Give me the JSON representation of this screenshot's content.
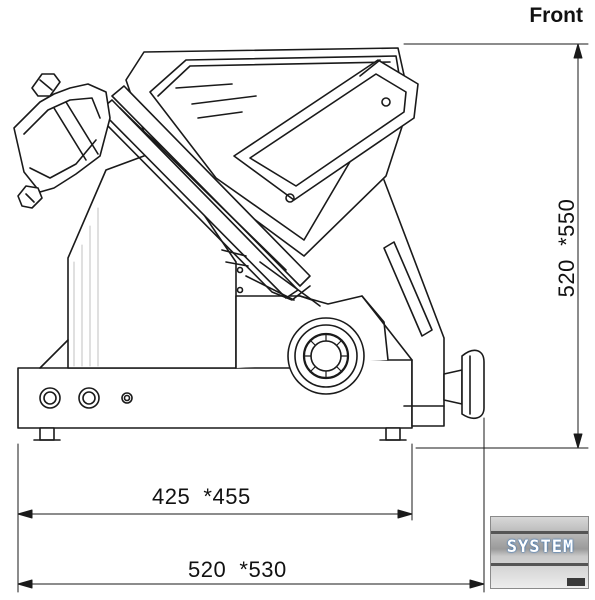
{
  "view": {
    "title": "Front"
  },
  "dimensions": {
    "depth_inner": "425  *455",
    "depth_outer": "520  *530",
    "height": "520  *550"
  },
  "logo": {
    "text": "SYSTEM"
  },
  "colors": {
    "line": "#1a1a1a",
    "hatch": "#bdbdbd",
    "logo_glow": "#2c6fb8"
  }
}
